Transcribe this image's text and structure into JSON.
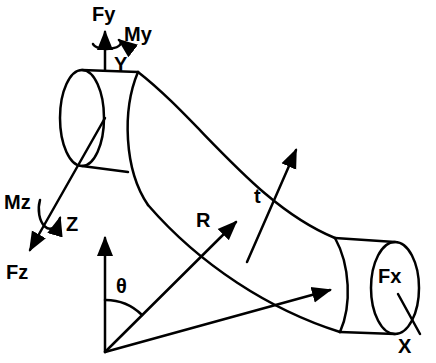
{
  "diagram": {
    "labels": [
      "Fy",
      "My",
      "Y",
      "Mz",
      "Z",
      "Fz",
      "t",
      "R",
      "θ",
      "Fx",
      "X"
    ]
  }
}
